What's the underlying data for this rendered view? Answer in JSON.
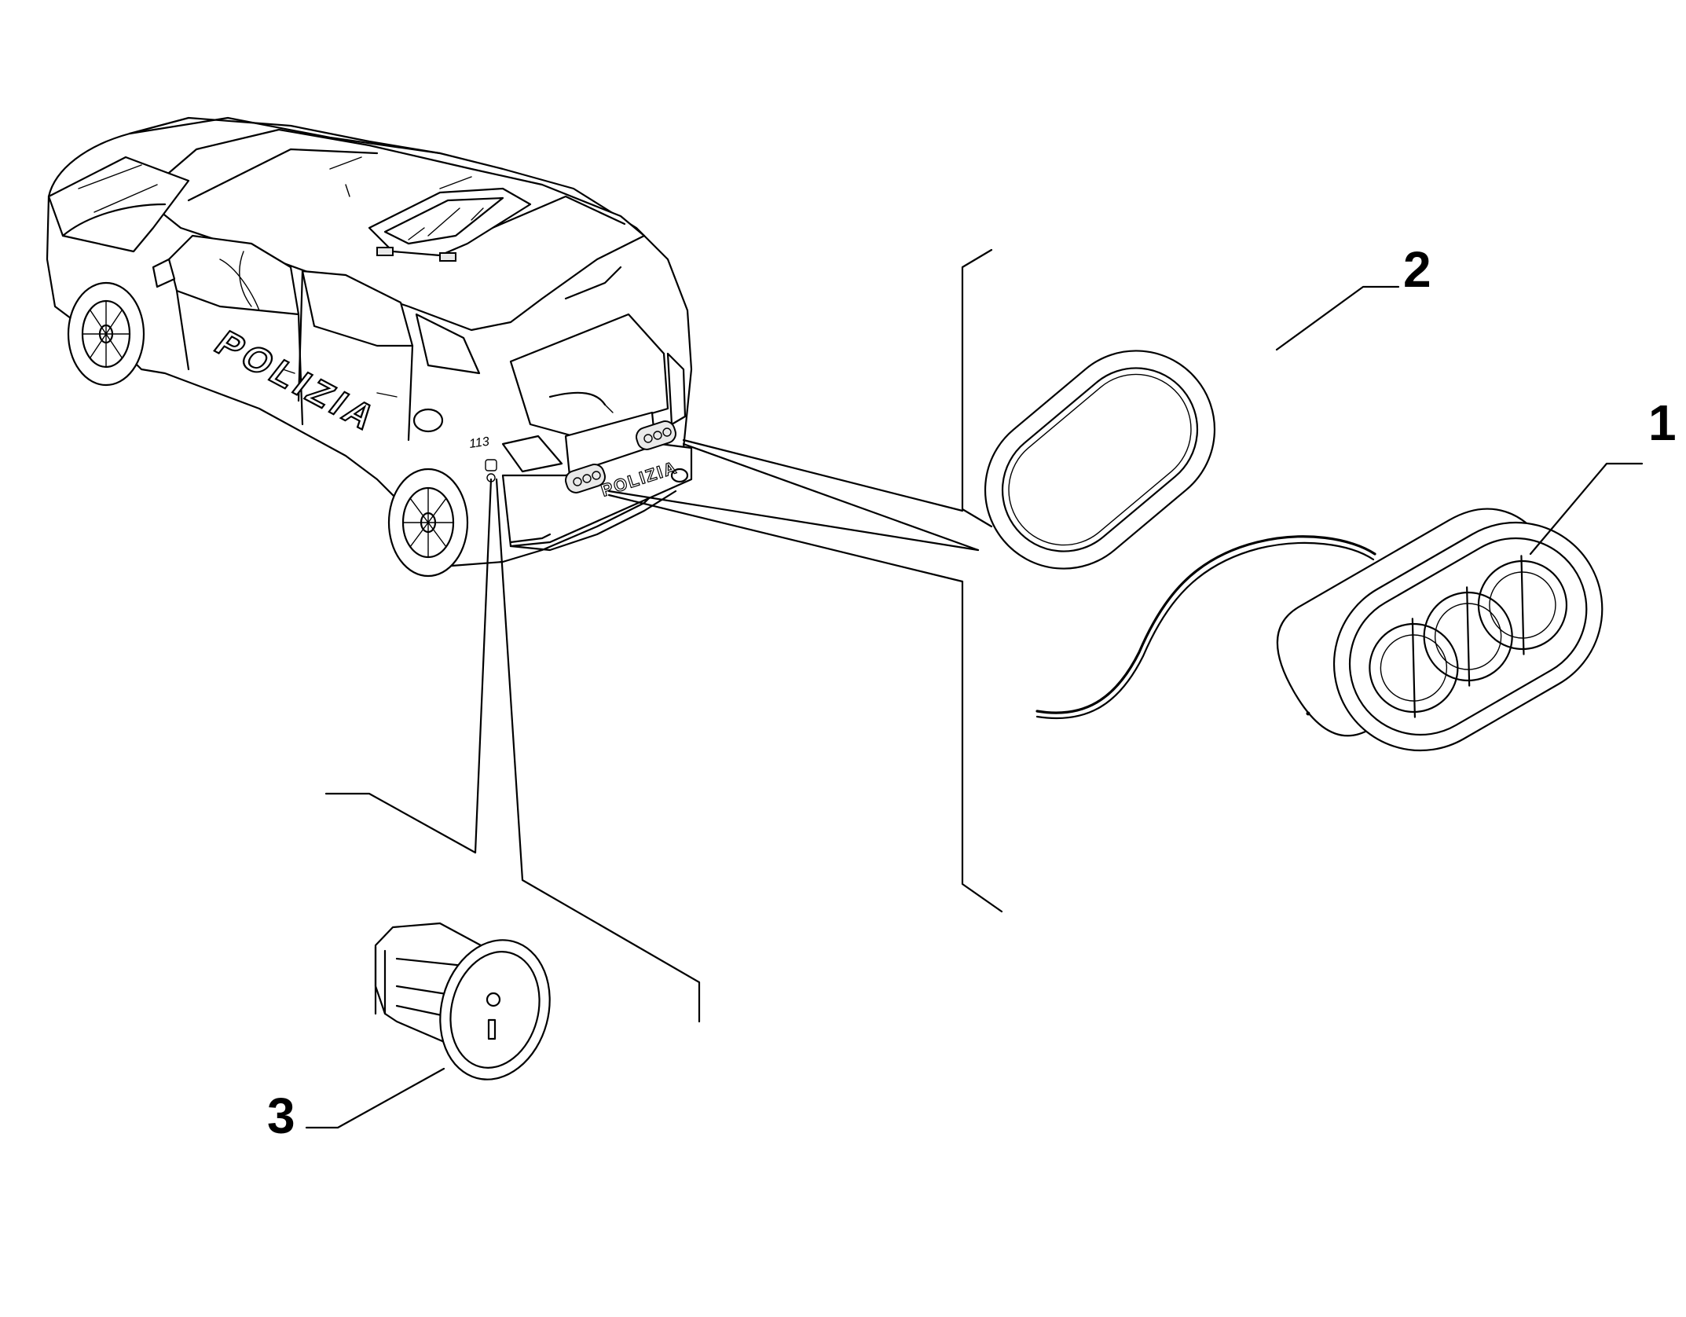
{
  "diagram": {
    "vehicle_livery_text": "POLIZIA",
    "vehicle_bumper_text": "POLIZIA",
    "vehicle_badge_text": "113",
    "callouts": [
      {
        "id": "1",
        "label": "1",
        "part": "triple-lamp-unit"
      },
      {
        "id": "2",
        "label": "2",
        "part": "oval-gasket"
      },
      {
        "id": "3",
        "label": "3",
        "part": "push-switch"
      }
    ],
    "colors": {
      "line": "#000000",
      "background": "#ffffff"
    }
  }
}
